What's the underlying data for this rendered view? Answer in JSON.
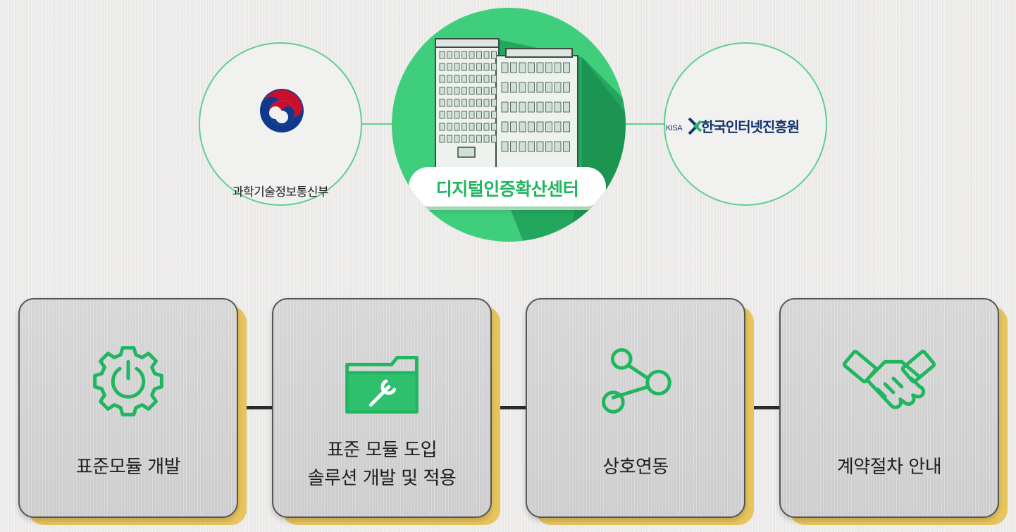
{
  "diagram": {
    "left_org": {
      "name": "과학기술정보통신부"
    },
    "center": {
      "title": "디지털인증확산센터"
    },
    "right_org": {
      "abbr": "KISA",
      "name": "한국인터넷진흥원"
    }
  },
  "cards": [
    {
      "label_line1": "표준모듈 개발",
      "label_line2": "",
      "icon": "gear-power-icon"
    },
    {
      "label_line1": "표준 모듈 도입",
      "label_line2": "솔루션 개발 및 적용",
      "icon": "folder-wrench-icon"
    },
    {
      "label_line1": "상호연동",
      "label_line2": "",
      "icon": "share-icon"
    },
    {
      "label_line1": "계약절차 안내",
      "label_line2": "",
      "icon": "handshake-icon"
    }
  ],
  "colors": {
    "accent_green": "#3fcf7c",
    "icon_green": "#1fb65f",
    "card_shadow_yellow": "#e8c55c",
    "kisa_navy": "#15356f"
  }
}
